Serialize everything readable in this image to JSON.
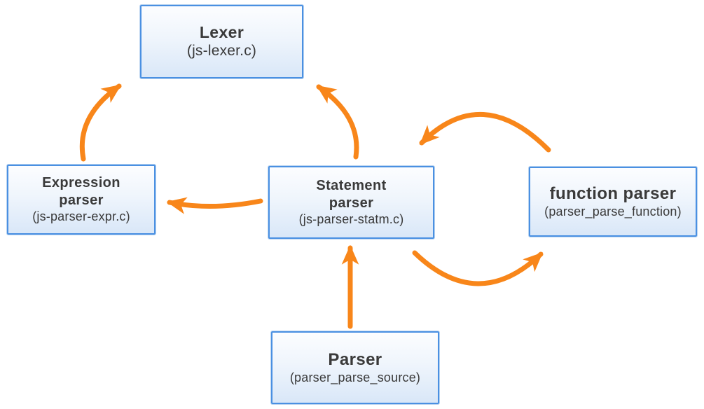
{
  "colors": {
    "arrow": "#F8861A",
    "box_border": "#4A90E2",
    "box_fill_top": "#FCFDFF",
    "box_fill_bottom": "#D9E7F8",
    "text": "#3A3A3A"
  },
  "diagram": {
    "type": "flow-diagram",
    "nodes": {
      "lexer": {
        "lines": [
          "Lexer"
        ],
        "subtitle": "(js-lexer.c)"
      },
      "expression_parser": {
        "lines": [
          "Expression",
          "parser"
        ],
        "subtitle": "(js-parser-expr.c)"
      },
      "statement_parser": {
        "lines": [
          "Statement",
          "parser"
        ],
        "subtitle": "(js-parser-statm.c)"
      },
      "function_parser": {
        "lines": [
          "function parser"
        ],
        "subtitle": "(parser_parse_function)"
      },
      "parser": {
        "lines": [
          "Parser"
        ],
        "subtitle": "(parser_parse_source)"
      }
    },
    "edges": [
      {
        "from": "expression_parser",
        "to": "lexer"
      },
      {
        "from": "statement_parser",
        "to": "lexer"
      },
      {
        "from": "statement_parser",
        "to": "expression_parser"
      },
      {
        "from": "function_parser",
        "to": "statement_parser"
      },
      {
        "from": "statement_parser",
        "to": "function_parser"
      },
      {
        "from": "parser",
        "to": "statement_parser"
      }
    ]
  }
}
